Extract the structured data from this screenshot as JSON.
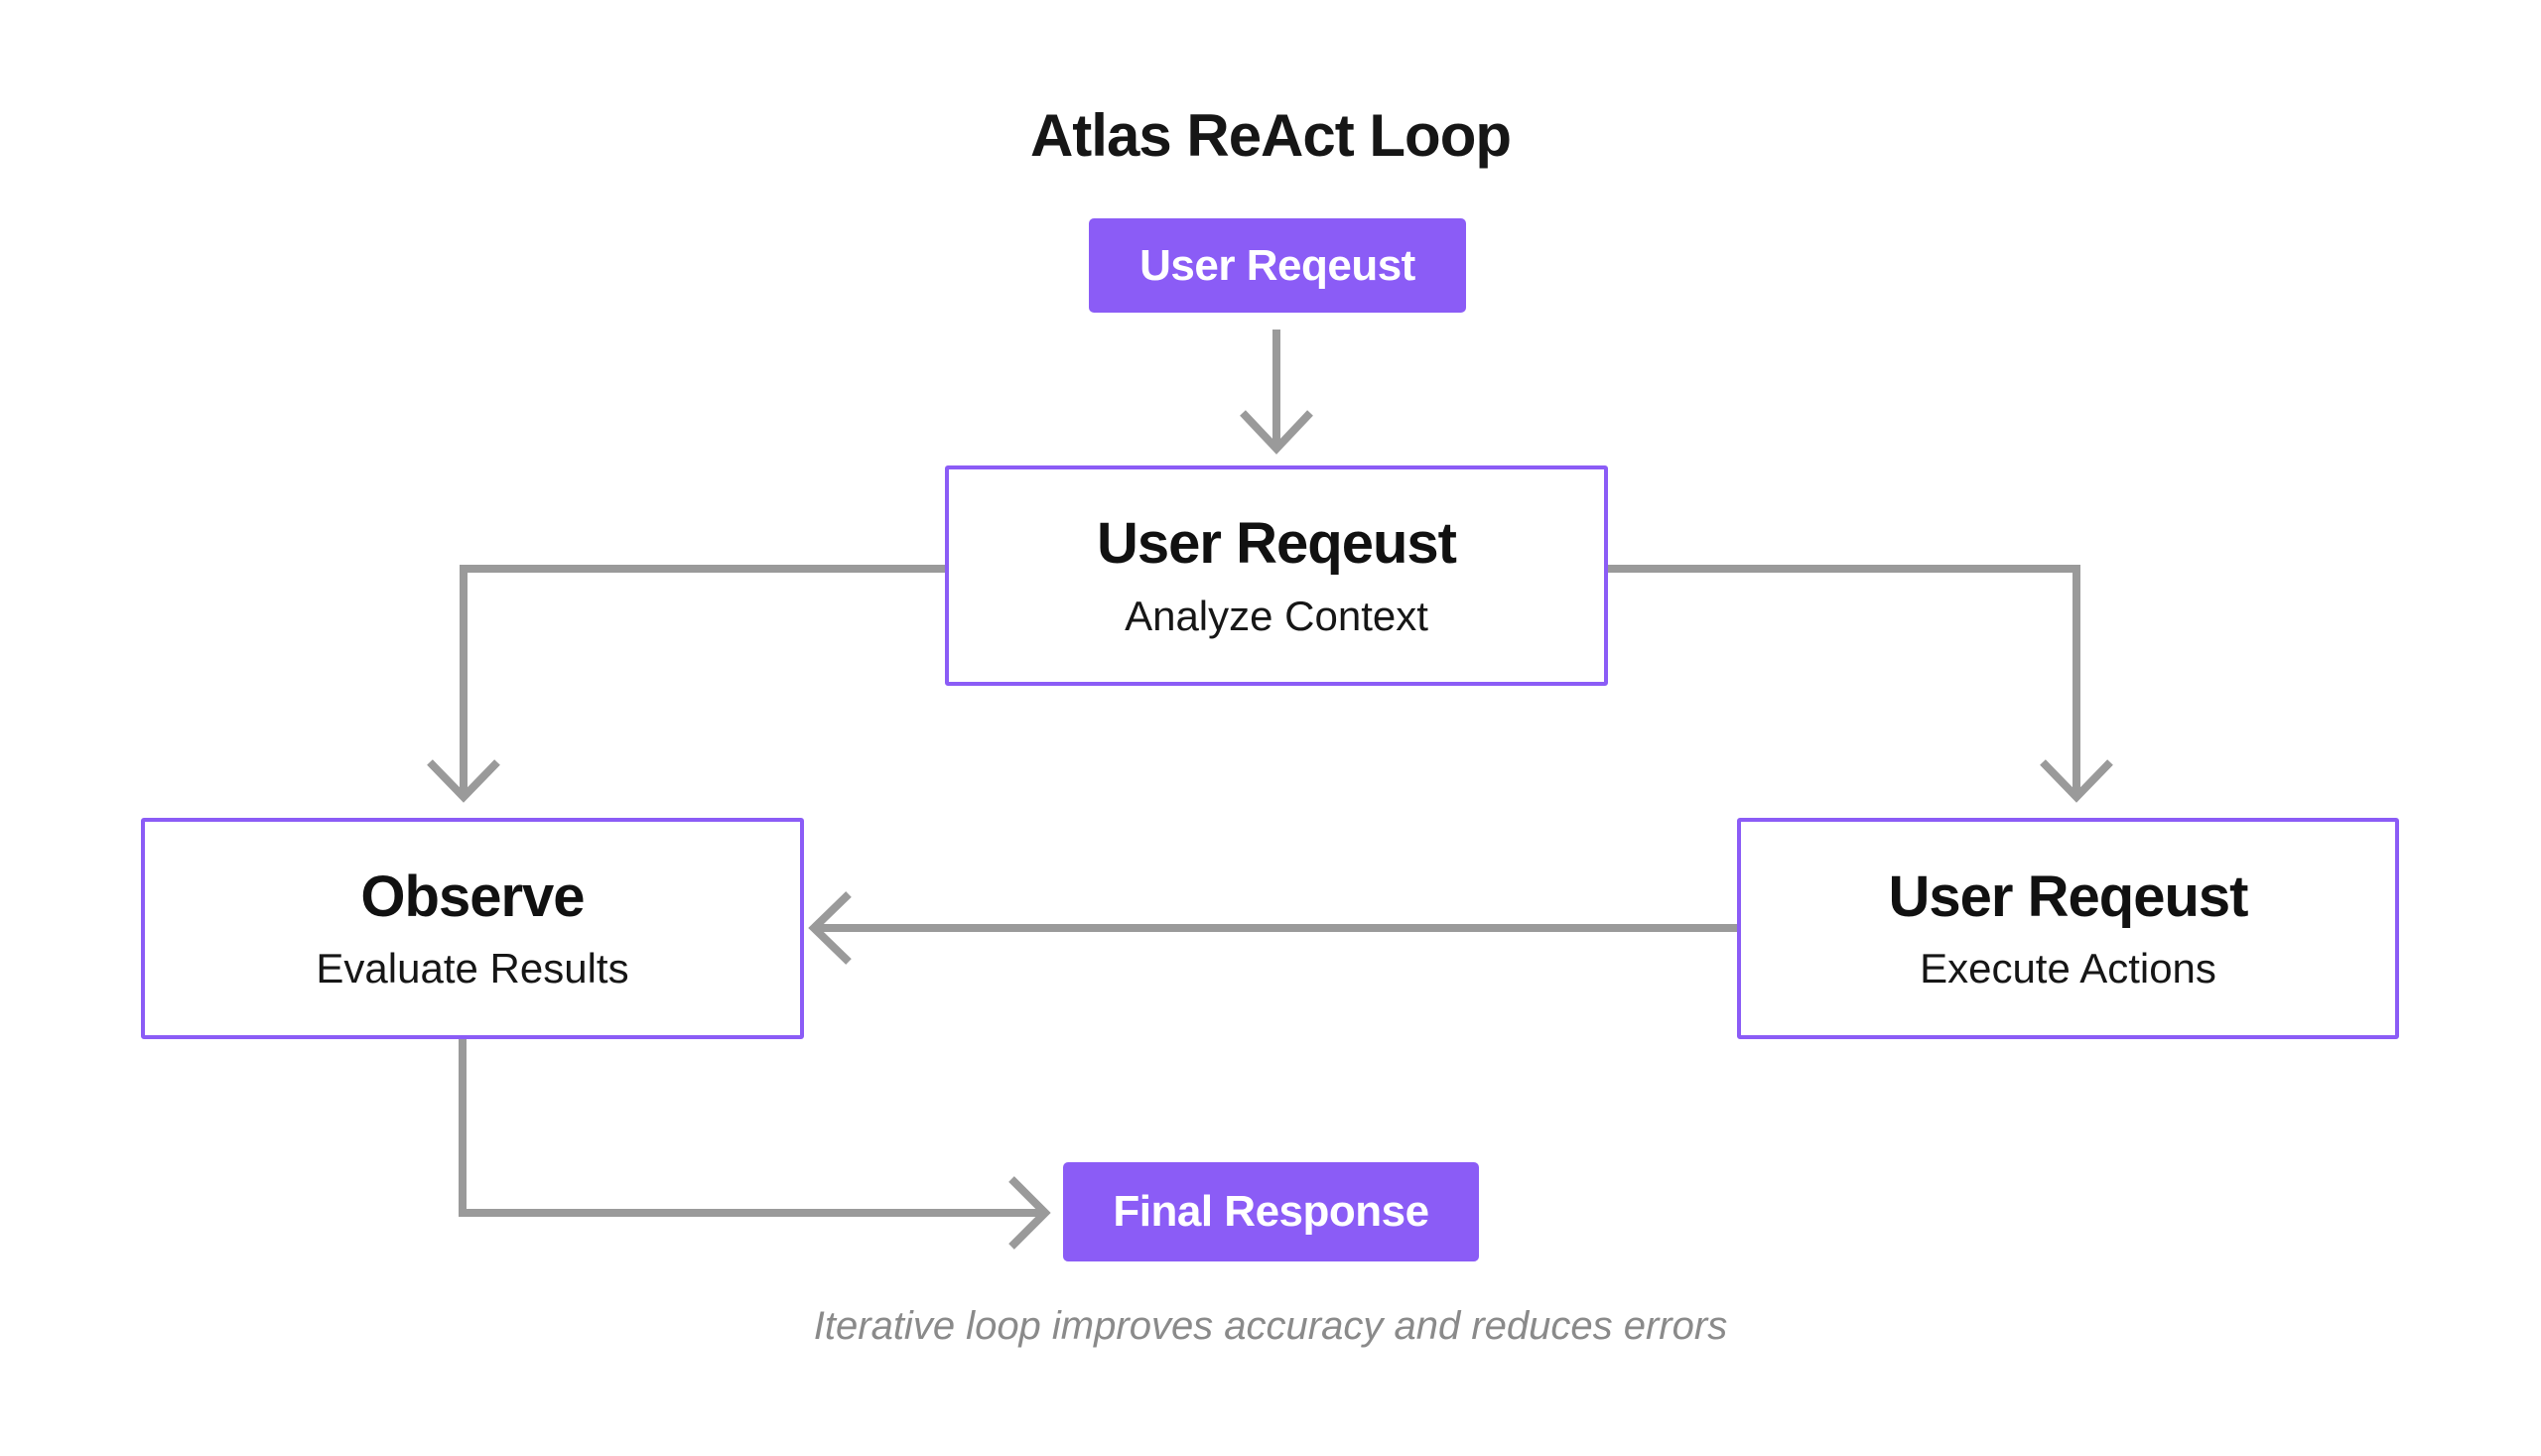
{
  "title": "Atlas ReAct Loop",
  "caption": "Iterative loop improves accuracy and reduces errors",
  "nodes": {
    "start": {
      "label": "User Reqeust"
    },
    "reason": {
      "title": "User Reqeust",
      "subtitle": "Analyze Context"
    },
    "observe": {
      "title": "Observe",
      "subtitle": "Evaluate Results"
    },
    "act": {
      "title": "User Reqeust",
      "subtitle": "Execute Actions"
    },
    "final": {
      "label": "Final Response"
    }
  },
  "edges": [
    {
      "from": "start",
      "to": "reason"
    },
    {
      "from": "reason",
      "to": "observe"
    },
    {
      "from": "reason",
      "to": "act"
    },
    {
      "from": "act",
      "to": "observe"
    },
    {
      "from": "observe",
      "to": "final"
    }
  ],
  "colors": {
    "accent_purple": "#8B5CF6",
    "arrow_gray": "#9a9a9a",
    "text_dark": "#161616",
    "caption_gray": "#8a8a8a",
    "background": "#ffffff"
  }
}
